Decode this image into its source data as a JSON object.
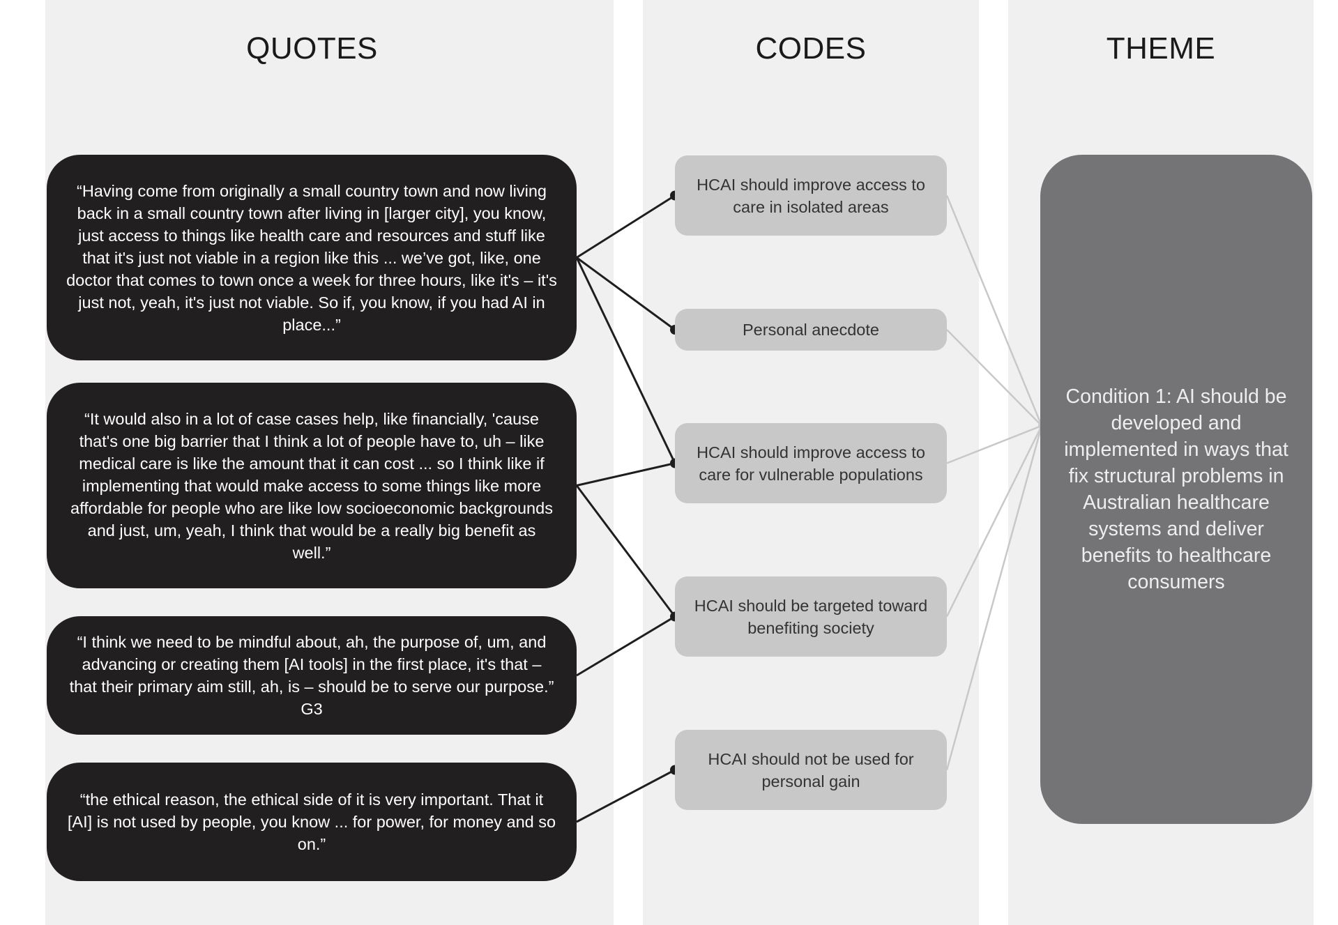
{
  "headers": {
    "quotes": "QUOTES",
    "codes": "CODES",
    "theme": "THEME"
  },
  "quotes": [
    "“Having come from originally a small country town and now living back in a small country town after living in [larger city], you know, just access to things like health care and resources and stuff like that it's just not viable in a region like this ... we’ve got, like, one doctor that comes to town once a week for three hours, like it's – it's just not, yeah, it's just not viable. So if, you know, if you had AI in place...”",
    "“It would also in a lot of case cases help, like financially, 'cause that's one big barrier that I think a lot of people have to, uh – like medical care is like the amount that it can cost ... so I think like if implementing that would make access to some things like more affordable for people who are like low socioeconomic backgrounds and just, um, yeah, I think that would be a really big benefit as well.”",
    "“I think we need to be mindful about, ah, the purpose of, um, and advancing or creating them [AI tools] in the first place, it's that – that their primary aim still, ah, is – should be to serve our purpose.” G3",
    "“the ethical reason, the ethical side of it is very important. That it [AI] is not used by people, you know ... for power, for money and so on.”"
  ],
  "codes": [
    "HCAI should improve access to care in isolated areas",
    "Personal anecdote",
    "HCAI should improve access to care for vulnerable populations",
    "HCAI should be targeted toward benefiting society",
    "HCAI should not be used for personal gain"
  ],
  "theme": "Condition 1: AI should be developed and implemented in ways that fix structural problems in Australian healthcare systems and deliver benefits to healthcare consumers",
  "links": [
    {
      "quote": 0,
      "code": 0
    },
    {
      "quote": 0,
      "code": 1
    },
    {
      "quote": 0,
      "code": 2
    },
    {
      "quote": 1,
      "code": 2
    },
    {
      "quote": 1,
      "code": 3
    },
    {
      "quote": 2,
      "code": 3
    },
    {
      "quote": 3,
      "code": 4
    }
  ],
  "colors": {
    "quote_fill": "#221f20",
    "code_fill": "#c8c8c8",
    "theme_fill": "#747477",
    "column_bg": "#f0f0f0",
    "quote_link": "#1e1e1e",
    "theme_link": "#c8c8c8"
  }
}
